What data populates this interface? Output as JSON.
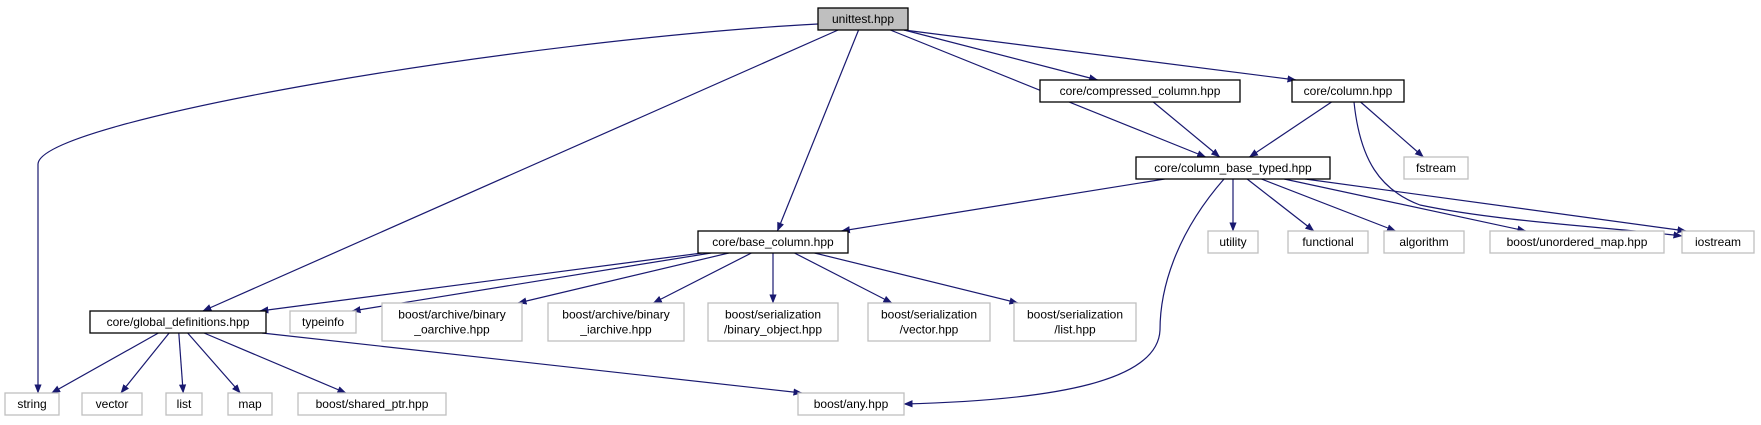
{
  "diagram": {
    "edge_color": "#191970",
    "root_fill": "#bfbfbf",
    "external_border": "#bfbfbf",
    "nodes": [
      {
        "id": "unittest",
        "label": "unittest.hpp",
        "kind": "root"
      },
      {
        "id": "compressed",
        "label": "core/compressed_column.hpp",
        "kind": "primary"
      },
      {
        "id": "column",
        "label": "core/column.hpp",
        "kind": "primary"
      },
      {
        "id": "cbt",
        "label": "core/column_base_typed.hpp",
        "kind": "primary"
      },
      {
        "id": "fstream",
        "label": "fstream",
        "kind": "external"
      },
      {
        "id": "basecol",
        "label": "core/base_column.hpp",
        "kind": "primary"
      },
      {
        "id": "utility",
        "label": "utility",
        "kind": "external"
      },
      {
        "id": "functional",
        "label": "functional",
        "kind": "external"
      },
      {
        "id": "algorithm",
        "label": "algorithm",
        "kind": "external"
      },
      {
        "id": "umap",
        "label": "boost/unordered_map.hpp",
        "kind": "external"
      },
      {
        "id": "iostream",
        "label": "iostream",
        "kind": "external"
      },
      {
        "id": "globaldef",
        "label": "core/global_definitions.hpp",
        "kind": "primary"
      },
      {
        "id": "typeinfo",
        "label": "typeinfo",
        "kind": "external"
      },
      {
        "id": "oarchive",
        "label": "boost/archive/binary\n_oarchive.hpp",
        "kind": "external"
      },
      {
        "id": "iarchive",
        "label": "boost/archive/binary\n_iarchive.hpp",
        "kind": "external"
      },
      {
        "id": "binobj",
        "label": "boost/serialization\n/binary_object.hpp",
        "kind": "external"
      },
      {
        "id": "servec",
        "label": "boost/serialization\n/vector.hpp",
        "kind": "external"
      },
      {
        "id": "serlist",
        "label": "boost/serialization\n/list.hpp",
        "kind": "external"
      },
      {
        "id": "string",
        "label": "string",
        "kind": "external"
      },
      {
        "id": "vector",
        "label": "vector",
        "kind": "external"
      },
      {
        "id": "list",
        "label": "list",
        "kind": "external"
      },
      {
        "id": "map",
        "label": "map",
        "kind": "external"
      },
      {
        "id": "sharedptr",
        "label": "boost/shared_ptr.hpp",
        "kind": "external"
      },
      {
        "id": "any",
        "label": "boost/any.hpp",
        "kind": "external"
      }
    ],
    "edges": [
      {
        "from": "unittest",
        "to": "string"
      },
      {
        "from": "unittest",
        "to": "globaldef"
      },
      {
        "from": "unittest",
        "to": "basecol"
      },
      {
        "from": "unittest",
        "to": "cbt"
      },
      {
        "from": "unittest",
        "to": "compressed"
      },
      {
        "from": "unittest",
        "to": "column"
      },
      {
        "from": "compressed",
        "to": "cbt"
      },
      {
        "from": "column",
        "to": "cbt"
      },
      {
        "from": "column",
        "to": "fstream"
      },
      {
        "from": "column",
        "to": "iostream"
      },
      {
        "from": "cbt",
        "to": "basecol"
      },
      {
        "from": "cbt",
        "to": "utility"
      },
      {
        "from": "cbt",
        "to": "functional"
      },
      {
        "from": "cbt",
        "to": "algorithm"
      },
      {
        "from": "cbt",
        "to": "umap"
      },
      {
        "from": "cbt",
        "to": "iostream"
      },
      {
        "from": "cbt",
        "to": "any"
      },
      {
        "from": "basecol",
        "to": "globaldef"
      },
      {
        "from": "basecol",
        "to": "typeinfo"
      },
      {
        "from": "basecol",
        "to": "oarchive"
      },
      {
        "from": "basecol",
        "to": "iarchive"
      },
      {
        "from": "basecol",
        "to": "binobj"
      },
      {
        "from": "basecol",
        "to": "servec"
      },
      {
        "from": "basecol",
        "to": "serlist"
      },
      {
        "from": "globaldef",
        "to": "string"
      },
      {
        "from": "globaldef",
        "to": "vector"
      },
      {
        "from": "globaldef",
        "to": "list"
      },
      {
        "from": "globaldef",
        "to": "map"
      },
      {
        "from": "globaldef",
        "to": "sharedptr"
      },
      {
        "from": "globaldef",
        "to": "any"
      }
    ]
  }
}
